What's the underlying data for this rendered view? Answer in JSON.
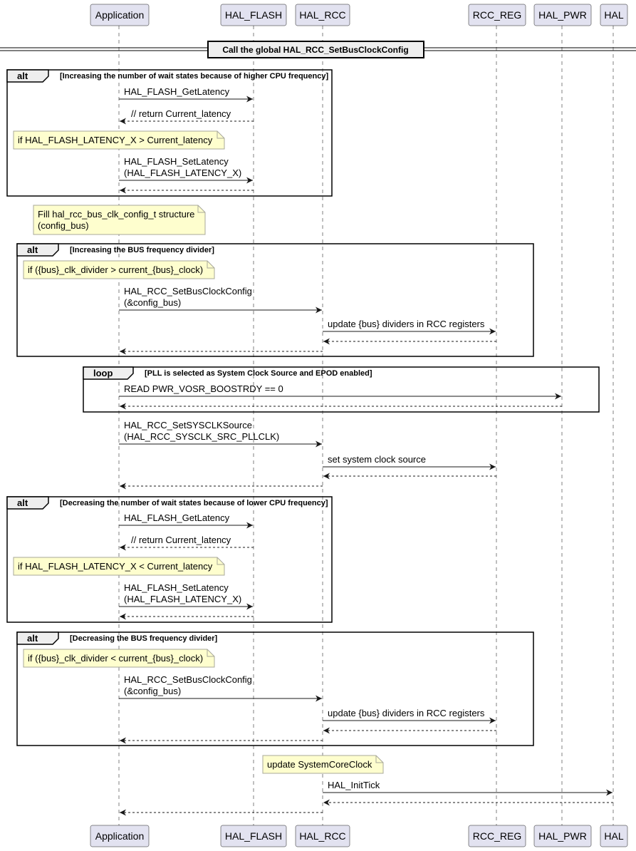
{
  "colors": {
    "participant_fill": "#e2e2f0",
    "participant_border": "#181818",
    "note_fill": "#fefece",
    "note_border": "#a8a89a",
    "line": "#181818"
  },
  "participants": [
    {
      "id": "app",
      "label": "Application"
    },
    {
      "id": "flash",
      "label": "HAL_FLASH"
    },
    {
      "id": "rcc",
      "label": "HAL_RCC"
    },
    {
      "id": "rccreg",
      "label": "RCC_REG"
    },
    {
      "id": "pwr",
      "label": "HAL_PWR"
    },
    {
      "id": "hal",
      "label": "HAL"
    }
  ],
  "divider": {
    "title": "Call the global HAL_RCC_SetBusClockConfig"
  },
  "frames": [
    {
      "id": "f1",
      "kind": "alt",
      "guard": "[Increasing the number of wait states because of higher CPU frequency]"
    },
    {
      "id": "f2",
      "kind": "alt",
      "guard": "[Increasing the BUS frequency divider]"
    },
    {
      "id": "f3",
      "kind": "loop",
      "guard": "[PLL is selected as System Clock Source and EPOD enabled]"
    },
    {
      "id": "f4",
      "kind": "alt",
      "guard": "[Decreasing the number of wait states because of lower CPU frequency]"
    },
    {
      "id": "f5",
      "kind": "alt",
      "guard": "[Decreasing the BUS frequency divider]"
    }
  ],
  "notes": [
    {
      "id": "n1",
      "lines": [
        "if HAL_FLASH_LATENCY_X > Current_latency"
      ]
    },
    {
      "id": "n2",
      "lines": [
        "Fill hal_rcc_bus_clk_config_t structure",
        "(config_bus)"
      ]
    },
    {
      "id": "n3",
      "lines": [
        "if ({bus}_clk_divider > current_{bus}_clock)"
      ]
    },
    {
      "id": "n4",
      "lines": [
        "if HAL_FLASH_LATENCY_X < Current_latency"
      ]
    },
    {
      "id": "n5",
      "lines": [
        "if ({bus}_clk_divider < current_{bus}_clock)"
      ]
    },
    {
      "id": "n6",
      "lines": [
        "update SystemCoreClock"
      ]
    }
  ],
  "messages": [
    {
      "id": "m1",
      "from": "app",
      "to": "flash",
      "kind": "call",
      "lines": [
        "HAL_FLASH_GetLatency"
      ]
    },
    {
      "id": "m2",
      "from": "flash",
      "to": "app",
      "kind": "return",
      "lines": [
        "// return Current_latency"
      ]
    },
    {
      "id": "m3",
      "from": "app",
      "to": "flash",
      "kind": "call",
      "lines": [
        "HAL_FLASH_SetLatency",
        "(HAL_FLASH_LATENCY_X)"
      ]
    },
    {
      "id": "m4",
      "from": "flash",
      "to": "app",
      "kind": "return",
      "lines": []
    },
    {
      "id": "m5",
      "from": "app",
      "to": "rcc",
      "kind": "call",
      "lines": [
        "HAL_RCC_SetBusClockConfig",
        "(&config_bus)"
      ]
    },
    {
      "id": "m6",
      "from": "rcc",
      "to": "rccreg",
      "kind": "call",
      "lines": [
        "update {bus} dividers in RCC registers"
      ]
    },
    {
      "id": "m7",
      "from": "rccreg",
      "to": "rcc",
      "kind": "return",
      "lines": []
    },
    {
      "id": "m8",
      "from": "rcc",
      "to": "app",
      "kind": "return",
      "lines": []
    },
    {
      "id": "m9",
      "from": "app",
      "to": "pwr",
      "kind": "call",
      "lines": [
        "READ PWR_VOSR_BOOSTRDY == 0"
      ]
    },
    {
      "id": "m10",
      "from": "pwr",
      "to": "app",
      "kind": "return",
      "lines": []
    },
    {
      "id": "m11",
      "from": "app",
      "to": "rcc",
      "kind": "call",
      "lines": [
        "HAL_RCC_SetSYSCLKSource",
        "(HAL_RCC_SYSCLK_SRC_PLLCLK)"
      ]
    },
    {
      "id": "m12",
      "from": "rcc",
      "to": "rccreg",
      "kind": "call",
      "lines": [
        "set system clock source"
      ]
    },
    {
      "id": "m13",
      "from": "rccreg",
      "to": "rcc",
      "kind": "return",
      "lines": []
    },
    {
      "id": "m14",
      "from": "rcc",
      "to": "app",
      "kind": "return",
      "lines": []
    },
    {
      "id": "m15",
      "from": "app",
      "to": "flash",
      "kind": "call",
      "lines": [
        "HAL_FLASH_GetLatency"
      ]
    },
    {
      "id": "m16",
      "from": "flash",
      "to": "app",
      "kind": "return",
      "lines": [
        "// return Current_latency"
      ]
    },
    {
      "id": "m17",
      "from": "app",
      "to": "flash",
      "kind": "call",
      "lines": [
        "HAL_FLASH_SetLatency",
        "(HAL_FLASH_LATENCY_X)"
      ]
    },
    {
      "id": "m18",
      "from": "flash",
      "to": "app",
      "kind": "return",
      "lines": []
    },
    {
      "id": "m19",
      "from": "app",
      "to": "rcc",
      "kind": "call",
      "lines": [
        "HAL_RCC_SetBusClockConfig",
        "(&config_bus)"
      ]
    },
    {
      "id": "m20",
      "from": "rcc",
      "to": "rccreg",
      "kind": "call",
      "lines": [
        "update {bus} dividers in RCC registers"
      ]
    },
    {
      "id": "m21",
      "from": "rccreg",
      "to": "rcc",
      "kind": "return",
      "lines": []
    },
    {
      "id": "m22",
      "from": "rcc",
      "to": "app",
      "kind": "return",
      "lines": []
    },
    {
      "id": "m23",
      "from": "rcc",
      "to": "hal",
      "kind": "call",
      "lines": [
        "HAL_InitTick"
      ]
    },
    {
      "id": "m24",
      "from": "hal",
      "to": "rcc",
      "kind": "return",
      "lines": []
    },
    {
      "id": "m25",
      "from": "rcc",
      "to": "app",
      "kind": "return",
      "lines": []
    }
  ]
}
